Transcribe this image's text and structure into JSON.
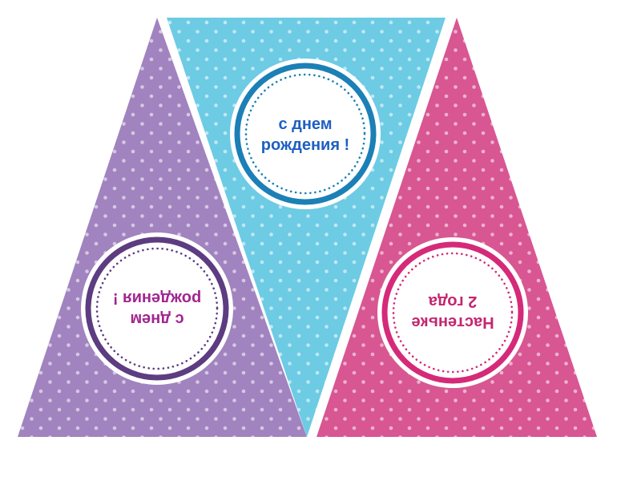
{
  "pennants": [
    {
      "id": "purple",
      "fill": "#a184bf",
      "ring_color": "#5d3c82",
      "text_color": "#a2268f",
      "inverted": true,
      "lines": [
        "с днем",
        "рождения !"
      ]
    },
    {
      "id": "blue",
      "fill": "#6ecbe4",
      "ring_color": "#1a80b6",
      "text_color": "#1f5fc2",
      "inverted": false,
      "lines": [
        "с днем",
        "рождения !"
      ]
    },
    {
      "id": "pink",
      "fill": "#d85692",
      "ring_color": "#d52a7a",
      "text_color": "#c2276f",
      "inverted": true,
      "lines": [
        "Настеньке",
        "2 года"
      ]
    }
  ],
  "colors": {
    "background": "#ffffff",
    "dot": "#ffffff",
    "badge_fill": "#ffffff"
  }
}
